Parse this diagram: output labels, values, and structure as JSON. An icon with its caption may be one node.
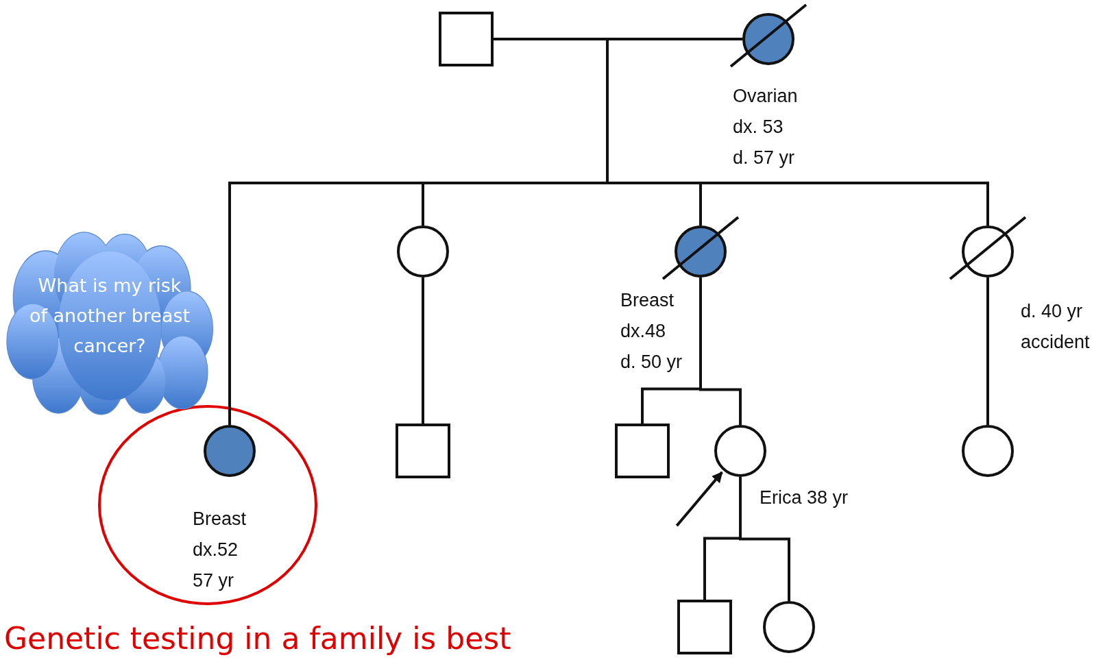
{
  "diagram": {
    "nodes": [
      {
        "text": [],
        "shape": "box"
      },
      {
        "text": [],
        "shape": "circle",
        "beside": [
          "Ovarian dx. 53 d. 57 yr"
        ]
      },
      {
        "text": [
          "What is my risk of another breast cancer?"
        ]
      },
      {
        "text": [],
        "shape": "circle"
      },
      {
        "text": [],
        "shape": "circle",
        "beside": [
          "Breast dx.48 d. 50 yr"
        ]
      },
      {
        "text": [],
        "shape": "circle",
        "beside": [
          "d. 40 yr accident"
        ]
      },
      {
        "text": [],
        "shape": "circle",
        "beside": [
          "Breast dx.52 57 yr"
        ]
      },
      {
        "text": [],
        "shape": "box"
      },
      {
        "text": [],
        "shape": "box"
      },
      {
        "text": [],
        "shape": "circle",
        "beside": [
          "Erica 38 yr"
        ]
      },
      {
        "text": [],
        "shape": "circle"
      },
      {
        "text": [],
        "shape": "box"
      },
      {
        "text": [],
        "shape": "circle"
      }
    ],
    "edges": [
      {
        "from": 0,
        "to": 1,
        "arrow": "none"
      },
      {
        "from": 0,
        "to": 6,
        "arrow": "none"
      },
      {
        "from": 1,
        "to": 6,
        "arrow": "none"
      },
      {
        "from": 0,
        "to": 3,
        "arrow": "none"
      },
      {
        "from": 1,
        "to": 3,
        "arrow": "none"
      },
      {
        "from": 0,
        "to": 4,
        "arrow": "none"
      },
      {
        "from": 1,
        "to": 4,
        "arrow": "none"
      },
      {
        "from": 0,
        "to": 5,
        "arrow": "none"
      },
      {
        "from": 1,
        "to": 5,
        "arrow": "none"
      },
      {
        "from": 3,
        "to": 7,
        "arrow": "none"
      },
      {
        "from": 4,
        "to": 8,
        "arrow": "none"
      },
      {
        "from": 4,
        "to": 9,
        "arrow": "none"
      },
      {
        "from": 5,
        "to": 10,
        "arrow": "none"
      },
      {
        "from": 9,
        "to": 11,
        "arrow": "none"
      },
      {
        "from": 9,
        "to": 12,
        "arrow": "none"
      },
      {
        "from": null,
        "to": 9,
        "arrow": "to"
      }
    ],
    "labels": [
      "Genetic testing in a family is best"
    ]
  }
}
